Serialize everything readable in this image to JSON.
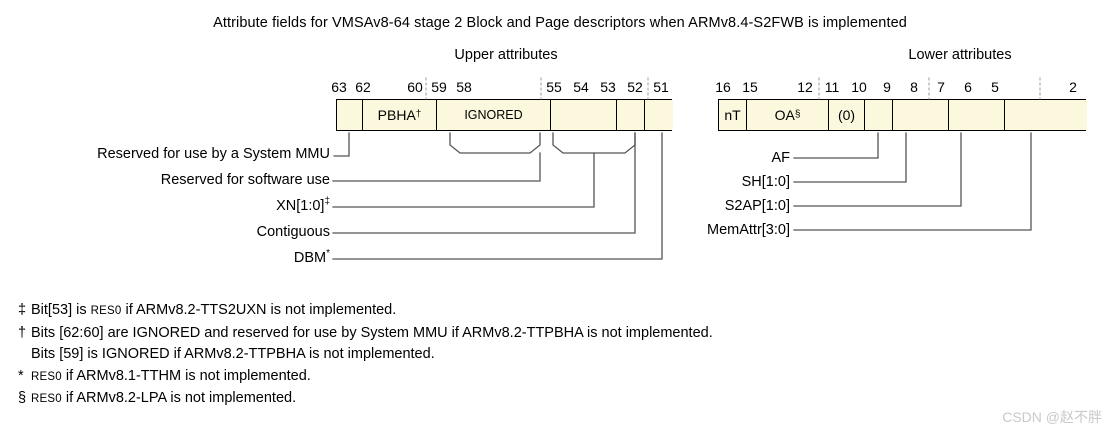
{
  "title": "Attribute fields for VMSAv8-64 stage 2 Block and Page descriptors when ARMv8.4-S2FWB is implemented",
  "sections": {
    "upper_heading": "Upper attributes",
    "lower_heading": "Lower attributes"
  },
  "colors": {
    "field_fill": "#fbf8dd",
    "field_stroke": "#000000",
    "leader_line": "#555555",
    "watermark": "#c9c9c9"
  },
  "upper_attributes": {
    "bit_labels": [
      "63",
      "62",
      "60",
      "59",
      "58",
      "55",
      "54",
      "53",
      "52",
      "51"
    ],
    "cells": [
      {
        "label": "",
        "bits": "63"
      },
      {
        "label": "PBHA",
        "sup": "†",
        "bits": "62:60"
      },
      {
        "label": "IGNORED",
        "bits": "59:55"
      },
      {
        "label": "",
        "bits": "54:53"
      },
      {
        "label": "",
        "bits": "52"
      },
      {
        "label": "",
        "bits": "51"
      }
    ]
  },
  "lower_attributes": {
    "bit_labels": [
      "16",
      "15",
      "12",
      "11",
      "10",
      "9",
      "8",
      "7",
      "6",
      "5",
      "2"
    ],
    "cells": [
      {
        "label": "nT",
        "bits": "16"
      },
      {
        "label": "OA",
        "sup": "§",
        "bits": "15:12"
      },
      {
        "label": "(0)",
        "bits": "11"
      },
      {
        "label": "",
        "bits": "10"
      },
      {
        "label": "",
        "bits": "9:8"
      },
      {
        "label": "",
        "bits": "7:6"
      },
      {
        "label": "",
        "bits": "5:2"
      }
    ]
  },
  "left_callouts": [
    {
      "label": "Reserved for use by a System MMU",
      "sup": ""
    },
    {
      "label": "Reserved for software use",
      "sup": ""
    },
    {
      "label": "XN[1:0]",
      "sup": "‡"
    },
    {
      "label": "Contiguous",
      "sup": ""
    },
    {
      "label": "DBM",
      "sup": "*"
    }
  ],
  "right_callouts": [
    {
      "label": "AF"
    },
    {
      "label": "SH[1:0]"
    },
    {
      "label": "S2AP[1:0]"
    },
    {
      "label": "MemAttr[3:0]"
    }
  ],
  "footnotes": [
    {
      "marker": "‡",
      "pre": "Bit[53] is ",
      "sc": "RES0",
      "post": " if ARMv8.2-TTS2UXN is not implemented.",
      "indented": false
    },
    {
      "marker": "†",
      "pre": "Bits [62:60] are IGNORED and reserved for use by System MMU if ARMv8.2-TTPBHA is not implemented.",
      "sc": "",
      "post": "",
      "indented": false
    },
    {
      "marker": "",
      "pre": "Bits [59] is IGNORED if ARMv8.2-TTPBHA is not implemented.",
      "sc": "",
      "post": "",
      "indented": true
    },
    {
      "marker": "*",
      "pre": "",
      "sc": "RES0",
      "post": " if ARMv8.1-TTHM is not implemented.",
      "indented": false
    },
    {
      "marker": "§",
      "pre": "",
      "sc": "RES0",
      "post": " if ARMv8.2-LPA is not implemented.",
      "indented": false
    }
  ],
  "watermark": "CSDN @赵不胖"
}
